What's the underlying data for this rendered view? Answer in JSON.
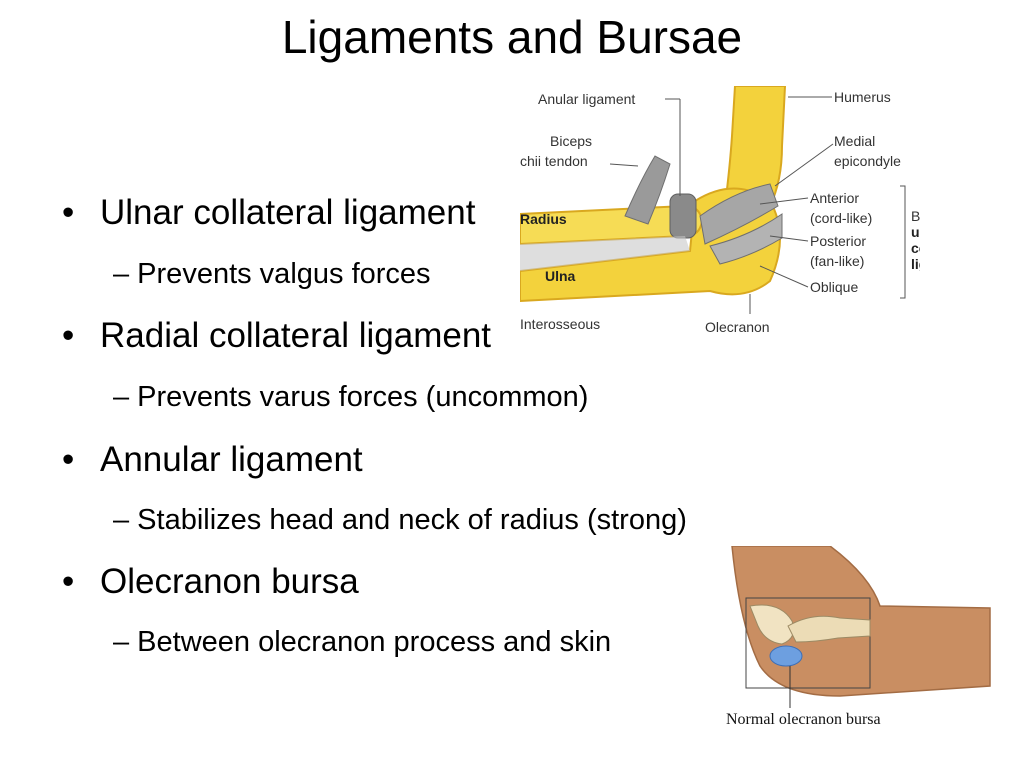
{
  "slide": {
    "title": "Ligaments and Bursae",
    "bullets": [
      {
        "text": "Ulnar collateral ligament",
        "sub": "– Prevents valgus forces"
      },
      {
        "text": "Radial collateral ligament",
        "sub": "– Prevents varus forces (uncommon)"
      },
      {
        "text": "Annular ligament",
        "sub": "– Stabilizes head and neck of radius (strong)"
      },
      {
        "text": "Olecranon bursa",
        "sub": "– Between olecranon process and skin"
      }
    ],
    "bullet_glyph": "•"
  },
  "figure_elbow": {
    "labels": {
      "anular": "Anular ligament",
      "biceps1": "Biceps",
      "biceps2": "chii tendon",
      "radius": "Radius",
      "ulna": "Ulna",
      "interosseous": "Interosseous",
      "humerus": "Humerus",
      "medial1": "Medial",
      "medial2": "epicondyle",
      "anterior": "Anterior",
      "cordlike": "(cord-like)",
      "posterior": "Posterior",
      "fanlike": "(fan-like)",
      "oblique": "Oblique",
      "olecranon": "Olecranon",
      "bands1": "Bands of",
      "bands2": "ulnar",
      "bands3": "collateral",
      "bands4": "ligament"
    }
  },
  "figure_bursa": {
    "caption": "Normal olecranon bursa"
  },
  "colors": {
    "bone": "#f3d23c",
    "bone_shadow": "#d9a81f",
    "ligament": "#9a9a9a",
    "skin": "#c98e62",
    "bursa": "#6d9fe0"
  }
}
